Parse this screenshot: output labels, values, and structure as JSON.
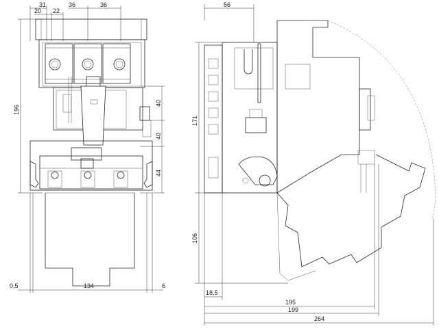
{
  "front_view": {
    "top_dims": {
      "d31": "31",
      "d20": "20",
      "d22": "22",
      "d36a": "36",
      "d36b": "36"
    },
    "left_dim": "196",
    "right_dims": {
      "d40a": "40",
      "d40b": "40",
      "d44": "44"
    },
    "bottom_dims": {
      "d05": "0,5",
      "d134": "134",
      "d6": "6"
    }
  },
  "side_view": {
    "top_dim": "56",
    "left_dims": {
      "d171": "171",
      "d106": "106"
    },
    "bottom_dims": {
      "d185": "18,5",
      "d195": "195",
      "d199": "199",
      "d264": "264"
    }
  }
}
